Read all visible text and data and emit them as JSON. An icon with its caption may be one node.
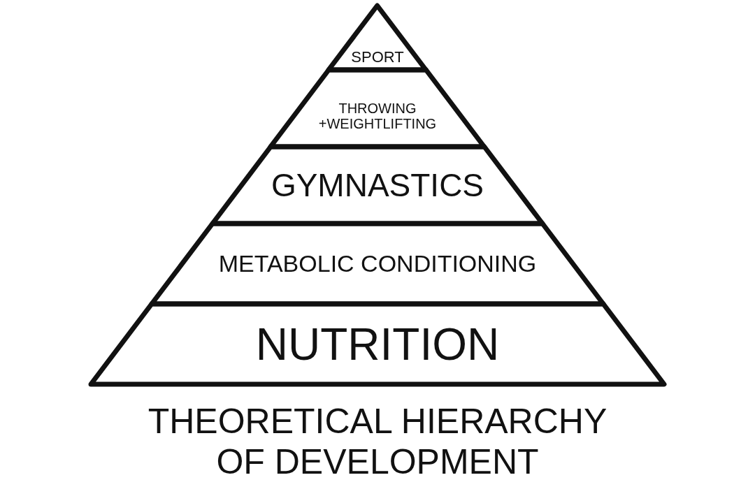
{
  "diagram": {
    "title": "THEORETICAL HIERARCHY OF DEVELOPMENT",
    "nodes": [
      {
        "text": [
          "SPORT"
        ]
      },
      {
        "text": [
          "THROWING +WEIGHTLIFTING"
        ]
      },
      {
        "text": [
          "GYMNASTICS"
        ]
      },
      {
        "text": [
          "METABOLIC CONDITIONING"
        ]
      },
      {
        "text": [
          "NUTRITION"
        ]
      }
    ]
  }
}
